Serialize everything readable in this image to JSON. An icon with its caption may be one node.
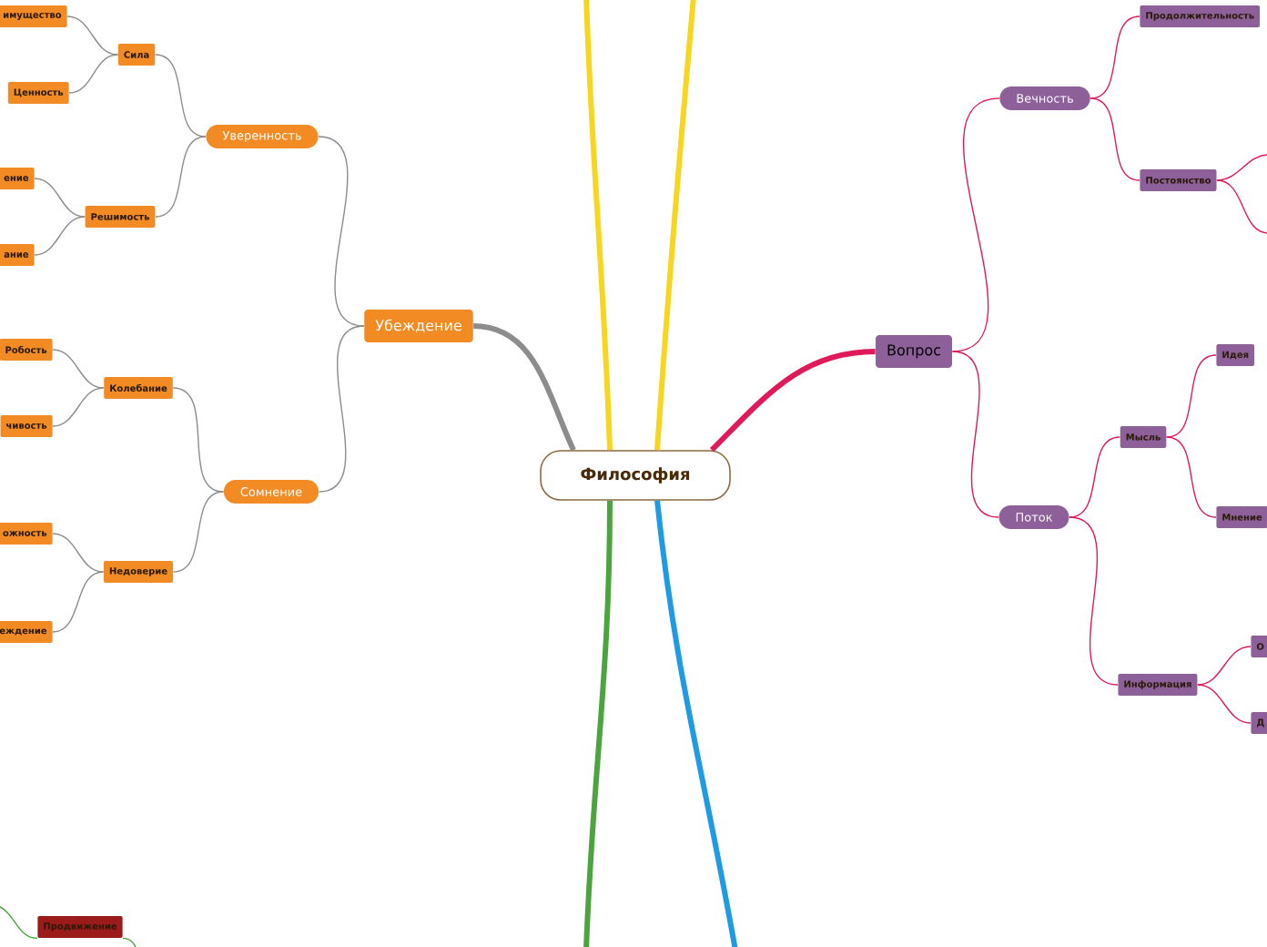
{
  "diagram": {
    "nodes": [
      {
        "text": [
          "Философия"
        ]
      },
      {
        "text": [
          "Убеждение"
        ]
      },
      {
        "text": [
          "Уверенность"
        ]
      },
      {
        "text": [
          "Сила"
        ]
      },
      {
        "text": [
          "имущество"
        ]
      },
      {
        "text": [
          "Ценность"
        ]
      },
      {
        "text": [
          "Решимость"
        ]
      },
      {
        "text": [
          "ение"
        ]
      },
      {
        "text": [
          "ание"
        ]
      },
      {
        "text": [
          "Сомнение"
        ]
      },
      {
        "text": [
          "Колебание"
        ]
      },
      {
        "text": [
          "Робость"
        ]
      },
      {
        "text": [
          "чивость"
        ]
      },
      {
        "text": [
          "Недоверие"
        ]
      },
      {
        "text": [
          "ожность"
        ]
      },
      {
        "text": [
          "еждение"
        ]
      },
      {
        "text": [
          "Вопрос"
        ]
      },
      {
        "text": [
          "Вечность"
        ]
      },
      {
        "text": [
          "Продолжительность"
        ]
      },
      {
        "text": [
          "Постоянство"
        ]
      },
      {
        "text": [
          "Поток"
        ]
      },
      {
        "text": [
          "Мысль"
        ]
      },
      {
        "text": [
          "Идея"
        ]
      },
      {
        "text": [
          "Мнение"
        ]
      },
      {
        "text": [
          "Информация"
        ]
      },
      {
        "text": [
          "О"
        ]
      },
      {
        "text": [
          "Д"
        ]
      },
      {
        "text": [
          "Продвижение"
        ]
      }
    ],
    "edges": [
      {
        "from": 0,
        "to": 1,
        "arrow": "none",
        "style": "thick"
      },
      {
        "from": 1,
        "to": 2,
        "arrow": "none"
      },
      {
        "from": 2,
        "to": 3,
        "arrow": "none"
      },
      {
        "from": 3,
        "to": 4,
        "arrow": "none"
      },
      {
        "from": 3,
        "to": 5,
        "arrow": "none"
      },
      {
        "from": 2,
        "to": 6,
        "arrow": "none"
      },
      {
        "from": 6,
        "to": 7,
        "arrow": "none"
      },
      {
        "from": 6,
        "to": 8,
        "arrow": "none"
      },
      {
        "from": 1,
        "to": 9,
        "arrow": "none"
      },
      {
        "from": 9,
        "to": 10,
        "arrow": "none"
      },
      {
        "from": 10,
        "to": 11,
        "arrow": "none"
      },
      {
        "from": 10,
        "to": 12,
        "arrow": "none"
      },
      {
        "from": 9,
        "to": 13,
        "arrow": "none"
      },
      {
        "from": 13,
        "to": 14,
        "arrow": "none"
      },
      {
        "from": 13,
        "to": 15,
        "arrow": "none"
      },
      {
        "from": 0,
        "to": 16,
        "arrow": "none",
        "style": "thick",
        "color": "#e0195a"
      },
      {
        "from": 16,
        "to": 17,
        "arrow": "none",
        "color": "#e0195a"
      },
      {
        "from": 17,
        "to": 18,
        "arrow": "none",
        "color": "#e0195a"
      },
      {
        "from": 17,
        "to": 19,
        "arrow": "none",
        "color": "#e0195a"
      },
      {
        "from": 19,
        "to": null,
        "arrow": "none",
        "color": "#e0195a"
      },
      {
        "from": 19,
        "to": null,
        "arrow": "none",
        "color": "#e0195a"
      },
      {
        "from": 16,
        "to": 20,
        "arrow": "none",
        "color": "#e0195a"
      },
      {
        "from": 20,
        "to": 21,
        "arrow": "none",
        "color": "#e0195a"
      },
      {
        "from": 21,
        "to": 22,
        "arrow": "none",
        "color": "#e0195a"
      },
      {
        "from": 21,
        "to": 23,
        "arrow": "none",
        "color": "#e0195a"
      },
      {
        "from": 20,
        "to": 24,
        "arrow": "none",
        "color": "#e0195a"
      },
      {
        "from": 24,
        "to": 25,
        "arrow": "none",
        "color": "#e0195a"
      },
      {
        "from": 24,
        "to": 26,
        "arrow": "none",
        "color": "#e0195a"
      },
      {
        "from": 0,
        "to": null,
        "arrow": "none",
        "style": "thick",
        "color": "#f8d51f"
      },
      {
        "from": 0,
        "to": null,
        "arrow": "none",
        "style": "thick",
        "color": "#f8d51f"
      },
      {
        "from": 0,
        "to": null,
        "arrow": "none",
        "style": "thick",
        "color": "#4ca43f"
      },
      {
        "from": 0,
        "to": null,
        "arrow": "none",
        "style": "thick",
        "color": "#1f9be6"
      },
      {
        "from": null,
        "to": 27,
        "arrow": "none",
        "color": "#4ca43f"
      },
      {
        "from": 27,
        "to": null,
        "arrow": "none",
        "color": "#4ca43f"
      }
    ]
  }
}
